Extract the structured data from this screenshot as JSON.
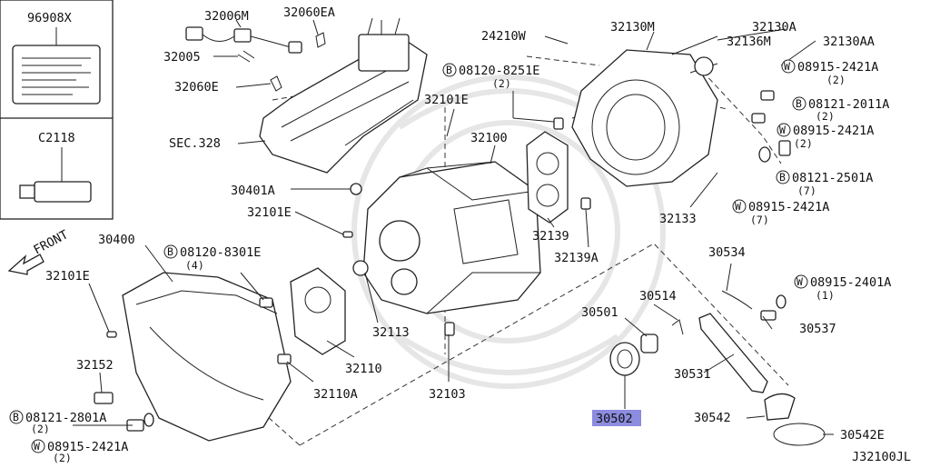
{
  "inset": {
    "top_code": "96908X",
    "bottom_code": "C2118"
  },
  "front_label": "FRONT",
  "diagram_code": "J32100JL",
  "callouts": {
    "c32006M": "32006M",
    "c32060EA": "32060EA",
    "c32005": "32005",
    "c32060E": "32060E",
    "cSEC328": "SEC.328",
    "c24210W": "24210W",
    "c32130M": "32130M",
    "c32130A": "32130A",
    "c32136M": "32136M",
    "c32130AA": "32130AA",
    "b08120_8251E": "08120-8251E",
    "b08120_8251E_q": "(2)",
    "w08915_2421A_1": "08915-2421A",
    "w08915_2421A_1_q": "(2)",
    "b08121_2011A": "08121-2011A",
    "b08121_2011A_q": "(2)",
    "w08915_2421A_2": "08915-2421A",
    "w08915_2421A_2_q": "(2)",
    "c32101E_top": "32101E",
    "c32100": "32100",
    "b08121_2501A": "08121-2501A",
    "b08121_2501A_q": "(7)",
    "w08915_2421A_3": "08915-2421A",
    "w08915_2421A_3_q": "(7)",
    "c30401A": "30401A",
    "c32101E_mid": "32101E",
    "c32133": "32133",
    "c32139": "32139",
    "c32139A": "32139A",
    "c30400": "30400",
    "b08120_8301E": "08120-8301E",
    "b08120_8301E_q": "(4)",
    "c32101E_left": "32101E",
    "c30534": "30534",
    "w08915_2401A": "08915-2401A",
    "w08915_2401A_q": "(1)",
    "c30514": "30514",
    "c30501": "30501",
    "c30537": "30537",
    "c32113": "32113",
    "c32110": "32110",
    "c32152": "32152",
    "c30531": "30531",
    "c32110A": "32110A",
    "c32103": "32103",
    "c30502": "30502",
    "b08121_2801A": "08121-2801A",
    "b08121_2801A_q": "(2)",
    "c30542": "30542",
    "c30542E": "30542E",
    "w08915_2421A_4": "08915-2421A",
    "w08915_2421A_4_q": "(2)"
  },
  "markers": {
    "bolt_letter": "B",
    "washer_letter": "W"
  },
  "highlight_color": "#8c8ce0"
}
